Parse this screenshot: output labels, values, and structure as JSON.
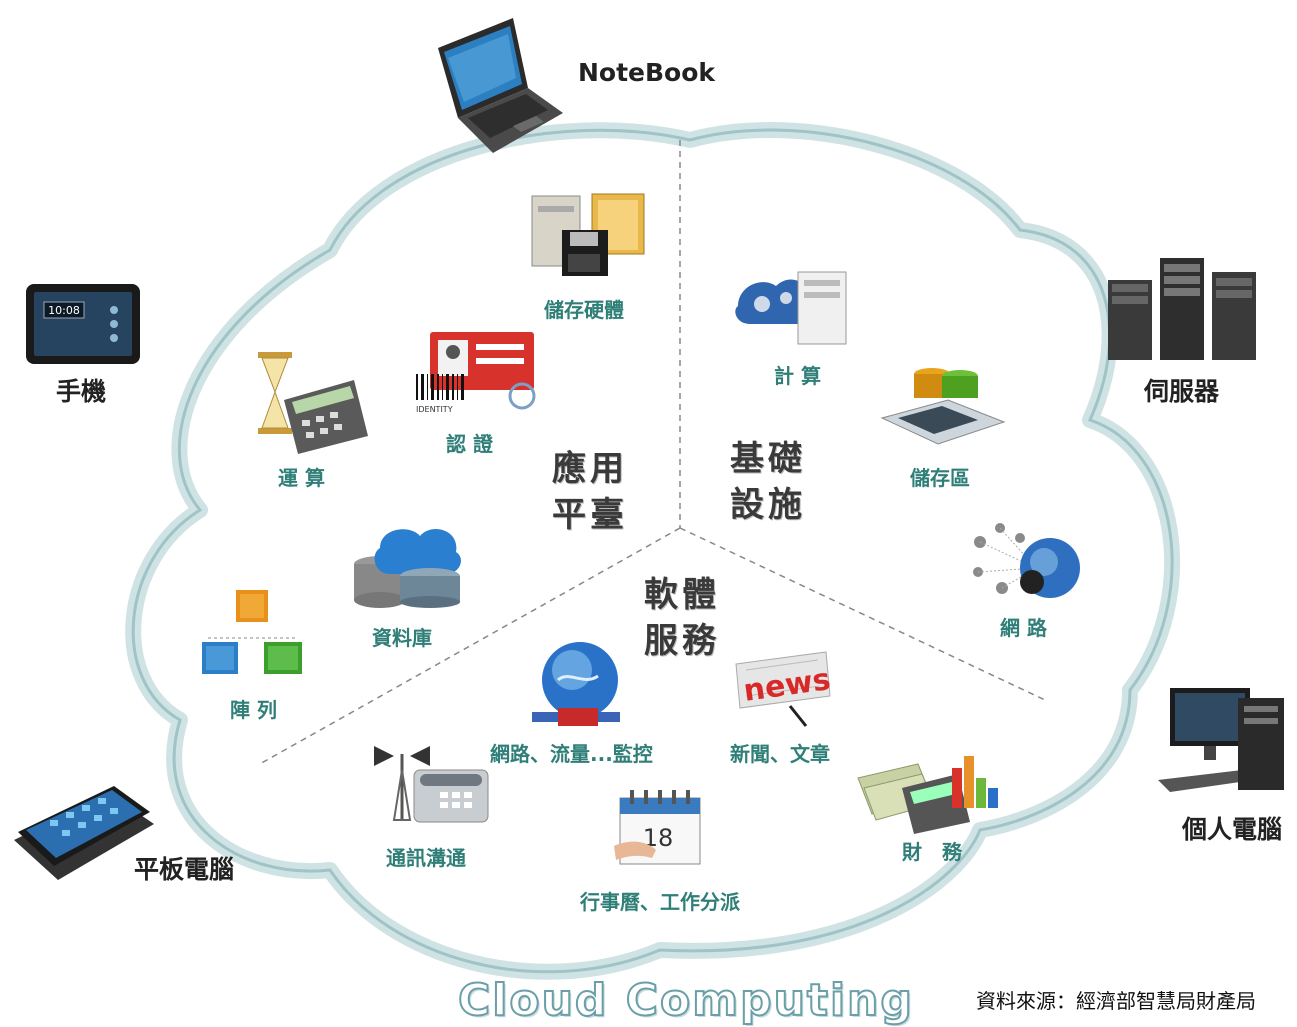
{
  "devices": {
    "notebook": "NoteBook",
    "phone": "手機",
    "server": "伺服器",
    "pc": "個人電腦",
    "tablet": "平板電腦"
  },
  "sectors": {
    "platform": {
      "line1": "應用",
      "line2": "平臺"
    },
    "infrastructure": {
      "line1": "基礎",
      "line2": "設施"
    },
    "software": {
      "line1": "軟體",
      "line2": "服務"
    }
  },
  "platform_items": {
    "storage_hw": "儲存硬體",
    "auth": "認 證",
    "compute": "運 算",
    "database": "資料庫",
    "array": "陣 列"
  },
  "infrastructure_items": {
    "calculate": "計 算",
    "storage_area": "儲存區",
    "network": "網 路"
  },
  "software_items": {
    "monitor": "網路、流量...監控",
    "news": "新聞、文章",
    "comm": "通訊溝通",
    "calendar": "行事曆、工作分派",
    "finance": "財　務"
  },
  "icon_texts": {
    "news_badge": "news",
    "calendar_day": "18",
    "identity": "IDENTITY"
  },
  "footer": {
    "title": "Cloud Computing",
    "source": "資料來源：經濟部智慧局財產局"
  },
  "colors": {
    "cloud_outline": "#cfe3e4",
    "label_teal": "#2f7f78"
  }
}
